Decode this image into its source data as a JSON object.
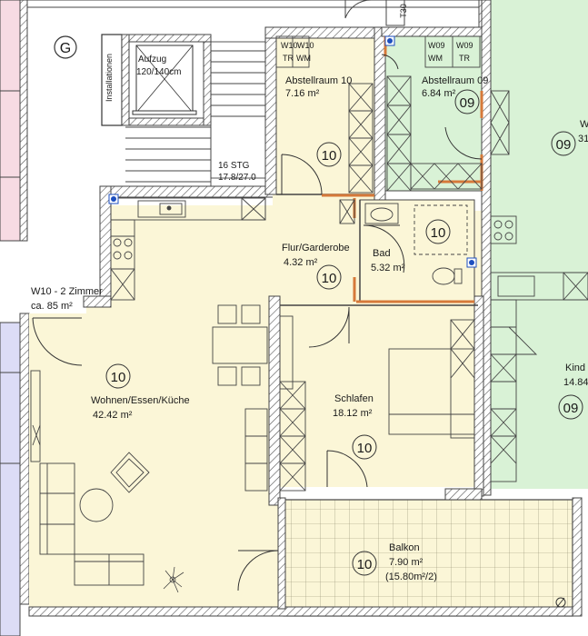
{
  "plan": {
    "truncated_top_label": "T30",
    "section_letter": "G",
    "elevator_label_1": "Aufzug",
    "elevator_label_2": "120/140cm",
    "installations_label": "Installationen",
    "stairs_label_1": "16 STG",
    "stairs_label_2": "17.8/27.0",
    "apartment_label_1": "W10 - 2 Zimmer",
    "apartment_label_2": "ca. 85 m²",
    "rooms": {
      "abstell10": {
        "name": "Abstellraum 10",
        "area": "7.16 m²",
        "unit": "10"
      },
      "abstell09": {
        "name": "Abstellraum 09",
        "area": "6.84 m²",
        "unit": "09"
      },
      "flur": {
        "name": "Flur/Garderobe",
        "area": "4.32 m²",
        "unit": "10"
      },
      "bad": {
        "name": "Bad",
        "area": "5.32 m²",
        "unit": "10"
      },
      "wohnen": {
        "name": "Wohnen/Essen/Küche",
        "area": "42.42 m²",
        "unit": "10"
      },
      "schlafen": {
        "name": "Schlafen",
        "area": "18.12 m²",
        "unit": "10"
      },
      "balkon": {
        "name": "Balkon",
        "area": "7.90 m²",
        "note": "(15.80m²/2)",
        "unit": "10"
      },
      "kind": {
        "name": "Kind",
        "area": "14.84",
        "unit": "09"
      },
      "right_top": {
        "name": "W",
        "area": "31",
        "unit": "09"
      }
    },
    "storage_tags": {
      "w10_tr_a": "W10",
      "w10_tr_b": "TR",
      "w10_wm_a": "W10",
      "w10_wm_b": "WM",
      "w09_wm_a": "W09",
      "w09_wm_b": "WM",
      "w09_tr_a": "W09",
      "w09_tr_b": "TR"
    },
    "colors": {
      "unit10_fill": "#fbf6d7",
      "unit09_fill": "#d9f2d6",
      "left_pink": "#f7dbe3",
      "left_blue": "#dcdcf6",
      "balcony_tile": "#fbf6d7",
      "wall": "#444444",
      "door_orange": "#d6793a"
    }
  }
}
